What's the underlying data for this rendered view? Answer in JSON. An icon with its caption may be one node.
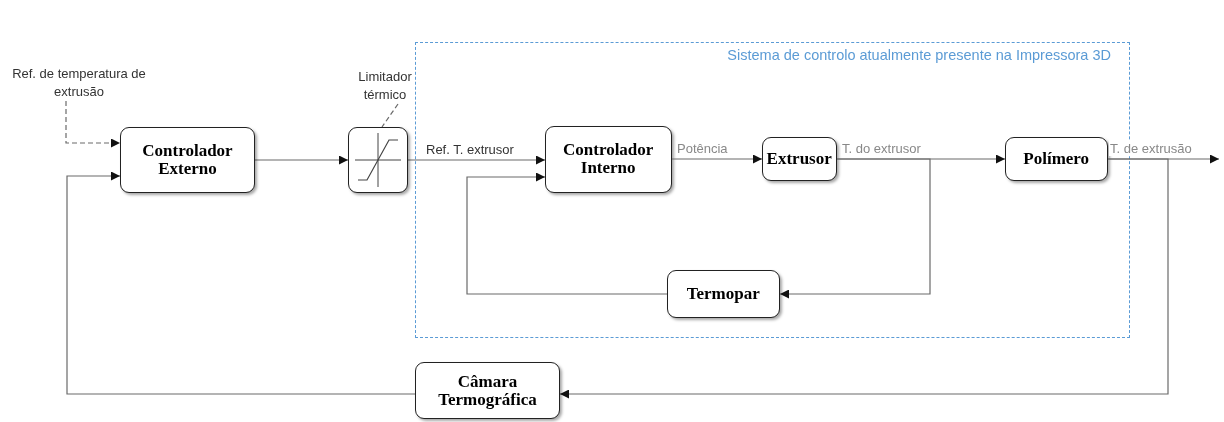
{
  "diagram": {
    "nodes": [
      {
        "text": [
          "Ref. de temperatura de extrusão"
        ]
      },
      {
        "text": [
          "Controlador Externo"
        ]
      },
      {
        "text": [
          "Limitador térmico"
        ]
      },
      {
        "text": [],
        "shape": "box"
      },
      {
        "text": [
          "Sistema de controlo atualmente presente na Impressora 3D"
        ]
      },
      {
        "text": [
          "Controlador Interno"
        ],
        "in": 4
      },
      {
        "text": [
          "Extrusor"
        ],
        "in": 4
      },
      {
        "text": [
          "Polímero"
        ],
        "in": 4
      },
      {
        "text": [
          "Termopar"
        ],
        "in": 4
      },
      {
        "text": [
          "Câmara Termográfica"
        ]
      }
    ],
    "edges": [
      {
        "from": 0,
        "to": 1,
        "arrow": "to",
        "style": "dashed"
      },
      {
        "from": 1,
        "to": 3,
        "arrow": "to"
      },
      {
        "from": 3,
        "to": 5,
        "arrow": "to",
        "label": "Ref. T. extrusor"
      },
      {
        "from": 5,
        "to": 6,
        "arrow": "to",
        "label": "Potência"
      },
      {
        "from": 6,
        "to": 7,
        "arrow": "to",
        "label": "T. do extrusor"
      },
      {
        "from": 7,
        "to": null,
        "arrow": "to",
        "label": "T. de extrusão"
      },
      {
        "from": 6,
        "to": 8,
        "arrow": "to"
      },
      {
        "from": 8,
        "to": 5,
        "arrow": "to"
      },
      {
        "from": 7,
        "to": 9,
        "arrow": "to"
      },
      {
        "from": 9,
        "to": 1,
        "arrow": "to"
      },
      {
        "from": 2,
        "to": 3,
        "arrow": "none",
        "style": "dashed"
      }
    ]
  }
}
